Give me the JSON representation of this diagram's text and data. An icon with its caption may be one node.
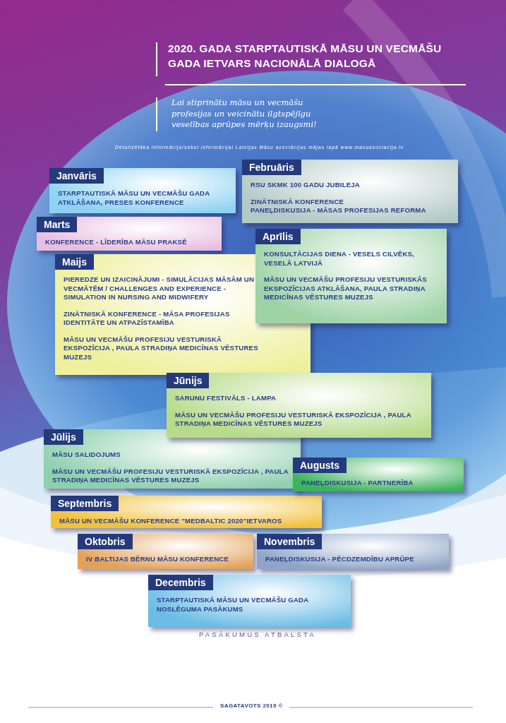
{
  "diagram": {
    "title": "2020. GADA STARPTAUTISKĀ MĀSU UN VECMĀŠU GADA IETVARS NACIONĀLĀ DIALOGĀ",
    "nodes": [
      {
        "text": [
          "Janvāris",
          "STARPTAUTISKĀ MĀSU UN VECMĀŠU GADA ATKLĀŠANA, PRESES KONFERENCE"
        ]
      },
      {
        "text": [
          "Februāris",
          "RSU SKMK 100 GADU JUBILEJA",
          "ZINĀTNISKĀ KONFERENCE",
          "PANEĻDISKUSIJA - MĀSAS PROFESIJAS REFORMA"
        ]
      },
      {
        "text": [
          "Marts",
          "KONFERENCE - LĪDERĪBA  MĀSU PRAKSĒ"
        ]
      },
      {
        "text": [
          "Aprīlis",
          "KONSULTĀCIJAS DIENA - VESELS CILVĒKS, VESELĀ LATVIJĀ",
          "MĀSU UN VECMĀŠU PROFESIJU VESTURISKĀS EKSPOZĪCIJAS ATKLĀŠANA, PAULA STRADIŅA MEDICĪNAS VĒSTURES MUZEJS"
        ]
      },
      {
        "text": [
          "Maijs",
          "PIEREDZE UN IZAICINĀJUMI - SIMULĀCIJAS MĀSĀM UN VECMĀTĒM / CHALLENGES AND EXPERIENCE - SIMULATION IN NURSING AND MIDWIFERY",
          "ZINĀTNISKĀ KONFERENCE - MĀSA PROFESIJAS IDENTITĀTE UN ATPAZĪSTAMĪBA",
          "MĀSU UN VECMĀŠU PROFESIJU VESTURISKĀ EKSPOZĪCIJA , PAULA STRADIŅA MEDICĪNAS VĒSTURES MUZEJS"
        ]
      },
      {
        "text": [
          "Jūnijs",
          "SARUNU FESTIVĀLS - LAMPA",
          "MĀSU UN VECMĀŠU PROFESIJU VESTURISKĀ EKSPOZĪCIJA , PAULA STRADIŅA MEDICĪNAS VĒSTURES MUZEJS"
        ]
      },
      {
        "text": [
          "Jūlijs",
          "MĀSU SALIDOJUMS",
          "MĀSU UN VECMĀŠU PROFESIJU VESTURISKĀ EKSPOZĪCIJA , PAULA STRADIŅA MEDICĪNAS VĒSTURES MUZEJS"
        ]
      },
      {
        "text": [
          "Augusts",
          "PANEĻDISKUSIJA - PARTNERĪBA"
        ]
      },
      {
        "text": [
          "Septembris",
          "MĀSU UN VECMĀŠU KONFERENCE  \"MEDBALTIC 2020\"IETVAROS"
        ]
      },
      {
        "text": [
          "Oktobris",
          "IV BALTIJAS BĒRNU MĀSU KONFERENCE"
        ]
      },
      {
        "text": [
          "Novembris",
          "PANEĻDISKUSIJA - PĒCDZEMDĪBU APRŪPE"
        ]
      },
      {
        "text": [
          "Decembris",
          "STARPTAUTISKĀ MĀSU UN VECMĀŠU GADA NOSLĒGUMA PASĀKUMS"
        ]
      }
    ],
    "labels": [
      "Lai stiprinātu māsu un vecmāšu profesijas un veicinātu ilgtspējīgu veselības aprūpes mērķu izaugsmi!",
      "Detalizētāka informācija/sekot informācijai Latvijas Māsu asociācijas mājas lapā www.masuasociacija.lv",
      "PASĀKUMUS ATBALSTA",
      "SAGATAVOTS 2019 ©"
    ]
  }
}
